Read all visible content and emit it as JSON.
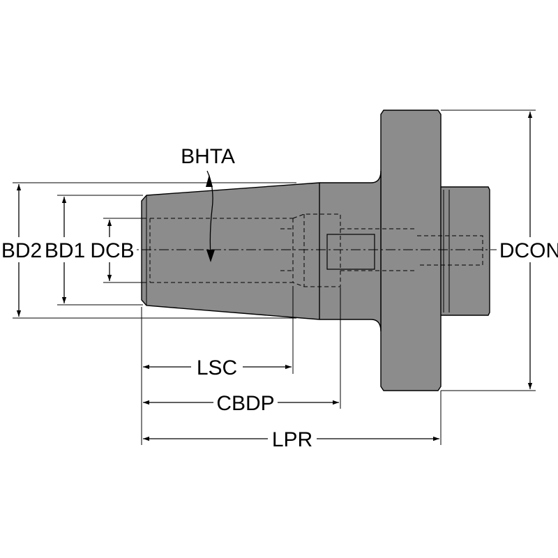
{
  "labels": {
    "bhta": "BHTA",
    "bd2": "BD2",
    "bd1": "BD1",
    "dcb": "DCB",
    "dcon": "DCON",
    "lsc": "LSC",
    "cbdp": "CBDP",
    "lpr": "LPR"
  },
  "colors": {
    "body_fill": "#8c8c8c",
    "line": "#000000",
    "background": "#ffffff"
  }
}
